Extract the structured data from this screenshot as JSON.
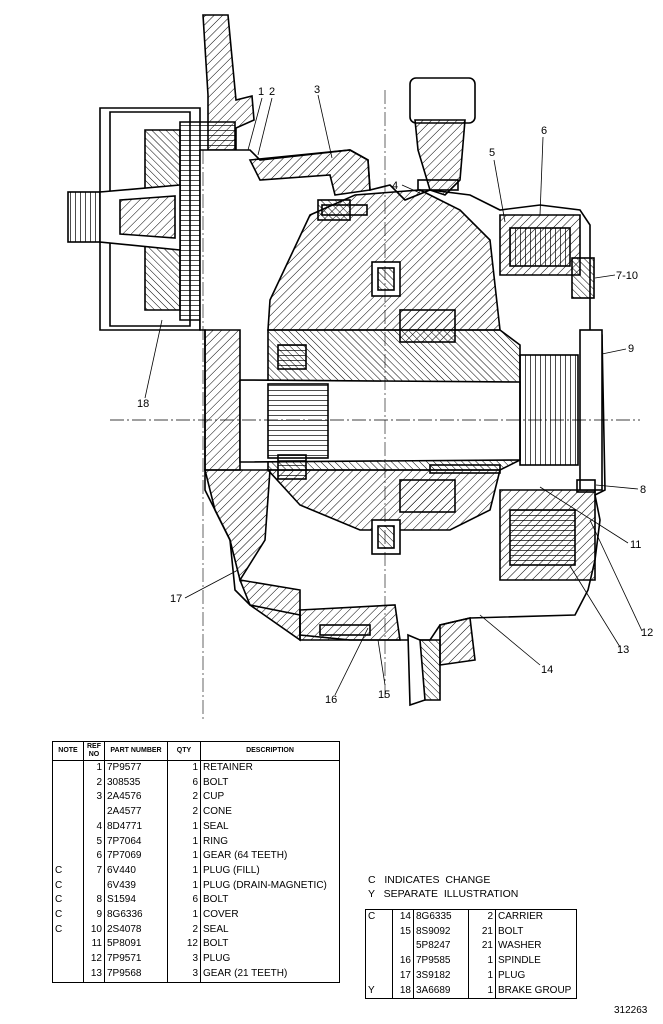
{
  "callouts": [
    "1",
    "2",
    "3",
    "4",
    "5",
    "6",
    "7-10",
    "9",
    "8",
    "11",
    "12",
    "13",
    "14",
    "15",
    "16",
    "17",
    "18"
  ],
  "parts_table": {
    "headers": {
      "note": "NOTE",
      "ref": "REF NO",
      "part": "PART NUMBER",
      "qty": "QTY",
      "desc": "DESCRIPTION"
    },
    "rows": [
      {
        "note": "",
        "ref": "1",
        "part": "7P9577",
        "qty": "1",
        "desc": "RETAINER"
      },
      {
        "note": "",
        "ref": "2",
        "part": "308535",
        "qty": "6",
        "desc": "BOLT"
      },
      {
        "note": "",
        "ref": "3",
        "part": "2A4576",
        "qty": "2",
        "desc": "CUP"
      },
      {
        "note": "",
        "ref": "",
        "part": "2A4577",
        "qty": "2",
        "desc": "CONE"
      },
      {
        "note": "",
        "ref": "4",
        "part": "8D4771",
        "qty": "1",
        "desc": "SEAL"
      },
      {
        "note": "",
        "ref": "5",
        "part": "7P7064",
        "qty": "1",
        "desc": "RING"
      },
      {
        "note": "",
        "ref": "6",
        "part": "7P7069",
        "qty": "1",
        "desc": "GEAR  (64  TEETH)"
      },
      {
        "note": "C",
        "ref": "7",
        "part": "6V440",
        "qty": "1",
        "desc": "PLUG  (FILL)"
      },
      {
        "note": "C",
        "ref": "",
        "part": "6V439",
        "qty": "1",
        "desc": "PLUG  (DRAIN-MAGNETIC)"
      },
      {
        "note": "C",
        "ref": "8",
        "part": "S1594",
        "qty": "6",
        "desc": "BOLT"
      },
      {
        "note": "C",
        "ref": "9",
        "part": "8G6336",
        "qty": "1",
        "desc": "COVER"
      },
      {
        "note": "C",
        "ref": "10",
        "part": "2S4078",
        "qty": "2",
        "desc": "SEAL"
      },
      {
        "note": "",
        "ref": "11",
        "part": "5P8091",
        "qty": "12",
        "desc": "BOLT"
      },
      {
        "note": "",
        "ref": "12",
        "part": "7P9571",
        "qty": "3",
        "desc": "PLUG"
      },
      {
        "note": "",
        "ref": "13",
        "part": "7P9568",
        "qty": "3",
        "desc": "GEAR  (21  TEETH)"
      }
    ]
  },
  "legend": {
    "change": "C   INDICATES  CHANGE",
    "separate": "Y   SEPARATE  ILLUSTRATION"
  },
  "side_table": {
    "rows": [
      {
        "note": "C",
        "ref": "14",
        "part": "8G6335",
        "qty": "2",
        "desc": "CARRIER"
      },
      {
        "note": "",
        "ref": "15",
        "part": "8S9092",
        "qty": "21",
        "desc": "BOLT"
      },
      {
        "note": "",
        "ref": "",
        "part": "5P8247",
        "qty": "21",
        "desc": "WASHER"
      },
      {
        "note": "",
        "ref": "16",
        "part": "7P9585",
        "qty": "1",
        "desc": "SPINDLE"
      },
      {
        "note": "",
        "ref": "17",
        "part": "3S9182",
        "qty": "1",
        "desc": "PLUG"
      },
      {
        "note": "Y",
        "ref": "18",
        "part": "3A6689",
        "qty": "1",
        "desc": "BRAKE  GROUP"
      }
    ]
  },
  "figure_number": "312263"
}
